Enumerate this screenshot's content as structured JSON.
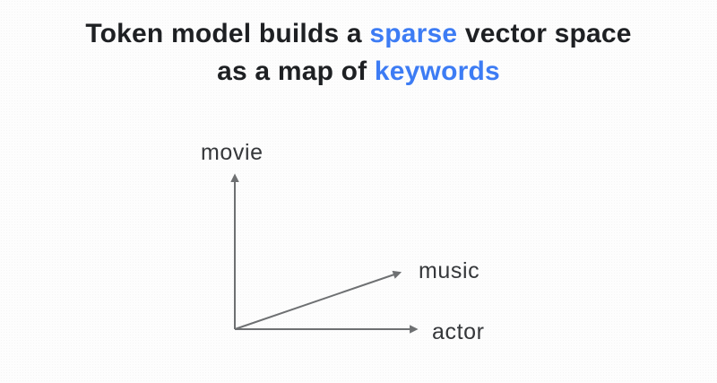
{
  "title": {
    "line1_pre": "Token model builds a",
    "line1_highlight": "sparse",
    "line1_post": "vector space",
    "line2_pre": "as a map of",
    "line2_highlight": "keywords"
  },
  "diagram": {
    "y_axis_label": "movie",
    "diagonal_label": "music",
    "x_axis_label": "actor"
  },
  "colors": {
    "highlight_blue": "#3d7cf4",
    "title_dark": "#1e2023",
    "arrow_gray": "#6e7072",
    "label_gray": "#35373a",
    "background": "#fdfdfd"
  }
}
